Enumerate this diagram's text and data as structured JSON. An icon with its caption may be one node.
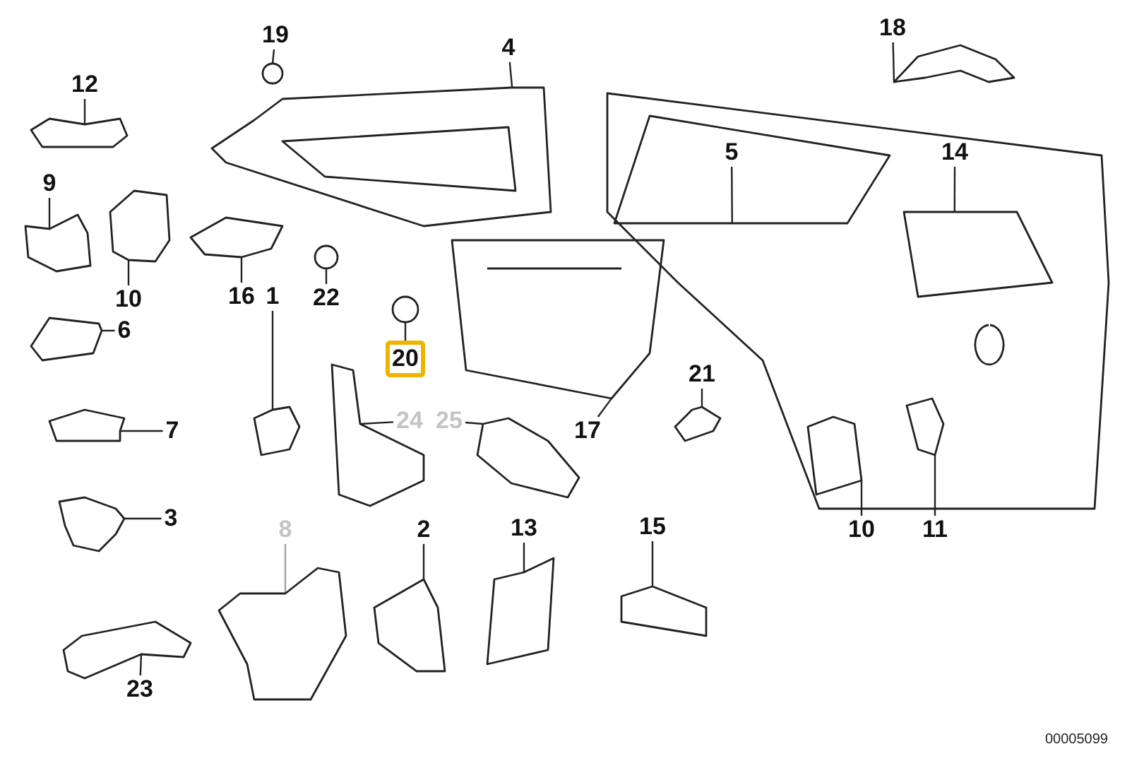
{
  "diagram": {
    "nodes": [
      {
        "text": [],
        "shape": "picture"
      },
      {
        "text": [
          "19"
        ]
      },
      {
        "text": [
          "4"
        ]
      },
      {
        "text": [
          "18"
        ]
      },
      {
        "text": [
          "12"
        ]
      },
      {
        "text": [
          "5"
        ],
        "in": 0
      },
      {
        "text": [
          "14"
        ],
        "in": 0
      },
      {
        "text": [
          "9"
        ]
      },
      {
        "text": [
          "10"
        ]
      },
      {
        "text": [
          "16"
        ]
      },
      {
        "text": [
          "1"
        ]
      },
      {
        "text": [
          "22"
        ]
      },
      {
        "text": [
          "6"
        ]
      },
      {
        "text": [
          "20"
        ]
      },
      {
        "text": [
          "21"
        ],
        "in": 0
      },
      {
        "text": [
          "24"
        ]
      },
      {
        "text": [
          "25"
        ]
      },
      {
        "text": [
          "7"
        ]
      },
      {
        "text": [
          "17"
        ]
      },
      {
        "text": [
          "10"
        ]
      },
      {
        "text": [
          "11"
        ]
      },
      {
        "text": [
          "3"
        ]
      },
      {
        "text": [
          "8"
        ]
      },
      {
        "text": [
          "2"
        ]
      },
      {
        "text": [
          "13"
        ]
      },
      {
        "text": [
          "15"
        ]
      },
      {
        "text": [
          "23"
        ]
      },
      {
        "text": [],
        "shape": "circle"
      },
      {
        "text": [],
        "shape": "picture"
      },
      {
        "text": [],
        "shape": "picture"
      },
      {
        "text": [],
        "shape": "picture"
      },
      {
        "text": [],
        "shape": "picture"
      },
      {
        "text": [],
        "shape": "picture"
      },
      {
        "text": [],
        "shape": "picture"
      },
      {
        "text": [],
        "shape": "picture"
      },
      {
        "text": [],
        "shape": "circle"
      },
      {
        "text": [],
        "shape": "circle"
      },
      {
        "text": [],
        "shape": "picture"
      },
      {
        "text": [],
        "shape": "picture",
        "in": 0
      },
      {
        "text": [],
        "shape": "picture"
      },
      {
        "text": [],
        "shape": "picture"
      },
      {
        "text": [],
        "shape": "picture"
      },
      {
        "text": [],
        "shape": "picture"
      },
      {
        "text": [],
        "shape": "picture",
        "in": 0
      },
      {
        "text": [],
        "shape": "picture",
        "in": 0
      },
      {
        "text": [],
        "shape": "picture"
      },
      {
        "text": [],
        "shape": "picture"
      },
      {
        "text": [],
        "shape": "picture"
      },
      {
        "text": [],
        "shape": "picture"
      },
      {
        "text": [],
        "shape": "picture"
      },
      {
        "text": [],
        "shape": "picture"
      }
    ],
    "edges": [
      {
        "from": 1,
        "to": 27,
        "arrow": "none"
      },
      {
        "from": 2,
        "to": 28,
        "arrow": "none"
      },
      {
        "from": 3,
        "to": 30,
        "arrow": "none"
      },
      {
        "from": 4,
        "to": 31,
        "arrow": "none"
      },
      {
        "from": 5,
        "to": 0,
        "arrow": "none"
      },
      {
        "from": 6,
        "to": 0,
        "arrow": "none"
      },
      {
        "from": 7,
        "to": 32,
        "arrow": "none"
      },
      {
        "from": 8,
        "to": 33,
        "arrow": "none"
      },
      {
        "from": 9,
        "to": 34,
        "arrow": "none"
      },
      {
        "from": 10,
        "to": 39,
        "arrow": "none"
      },
      {
        "from": 11,
        "to": 35,
        "arrow": "none"
      },
      {
        "from": 12,
        "to": 37,
        "arrow": "none"
      },
      {
        "from": 13,
        "to": 36,
        "arrow": "none"
      },
      {
        "from": 14,
        "to": 38,
        "arrow": "none"
      },
      {
        "from": 15,
        "to": 40,
        "arrow": "none"
      },
      {
        "from": 16,
        "to": 41,
        "arrow": "none"
      },
      {
        "from": 17,
        "to": 42,
        "arrow": "none"
      },
      {
        "from": 18,
        "to": 29,
        "arrow": "none"
      },
      {
        "from": 19,
        "to": 43,
        "arrow": "none"
      },
      {
        "from": 20,
        "to": 44,
        "arrow": "none"
      },
      {
        "from": 21,
        "to": 45,
        "arrow": "none"
      },
      {
        "from": 22,
        "to": 46,
        "arrow": "none",
        "color": "#a0a0a0"
      },
      {
        "from": 23,
        "to": 47,
        "arrow": "none"
      },
      {
        "from": 24,
        "to": 48,
        "arrow": "none"
      },
      {
        "from": 25,
        "to": 49,
        "arrow": "none"
      },
      {
        "from": 26,
        "to": 50,
        "arrow": "none"
      }
    ],
    "labels": [
      "00005099"
    ]
  }
}
